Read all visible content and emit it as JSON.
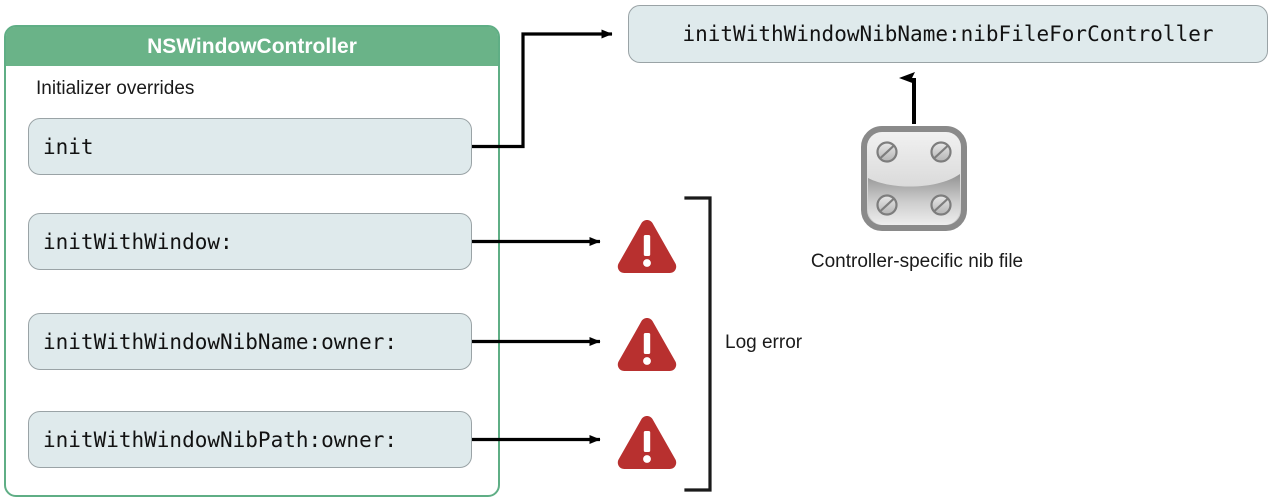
{
  "diagram": {
    "title_box": {
      "class_name": "NSWindowController",
      "section_label": "Initializer overrides"
    },
    "methods": [
      {
        "name": "init"
      },
      {
        "name": "initWithWindow:"
      },
      {
        "name": "initWithWindowNibName:owner:"
      },
      {
        "name": "initWithWindowNibPath:owner:"
      }
    ],
    "target_box": {
      "label": "initWithWindowNibName:nibFileForController"
    },
    "nib": {
      "caption": "Controller-specific nib file",
      "icon": "nib-file-icon"
    },
    "error_group": {
      "label": "Log error",
      "warning_count": 3,
      "icon": "warning-triangle-icon"
    },
    "colors": {
      "header_green": "#6ab388",
      "panel_border_green": "#5fae85",
      "box_fill": "#dfeaec",
      "box_border": "#9aa3a6",
      "warning_red": "#b8302f",
      "connector_black": "#000000"
    }
  }
}
